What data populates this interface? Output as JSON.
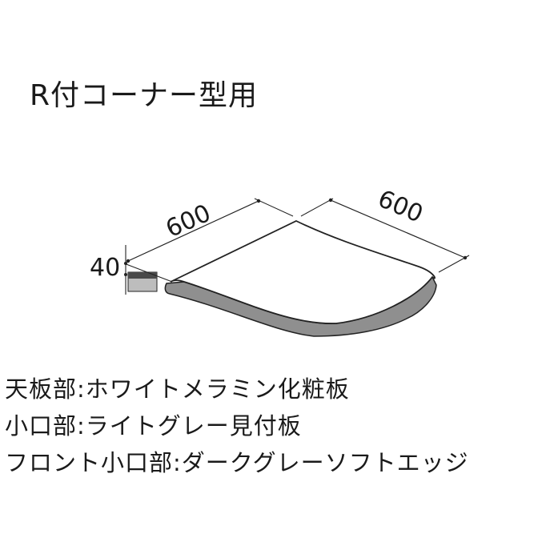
{
  "title": "R付コーナー型用",
  "dimensions": {
    "width_left": "600",
    "width_right": "600",
    "thickness": "40"
  },
  "colors": {
    "top_surface": "#ffffff",
    "edge_front": "#8f8f8f",
    "edge_side": "#bdbdbd",
    "line": "#222222"
  },
  "notes": [
    "天板部:ホワイトメラミン化粧板",
    "小口部:ライトグレー見付板",
    "フロント小口部:ダークグレーソフトエッジ"
  ]
}
